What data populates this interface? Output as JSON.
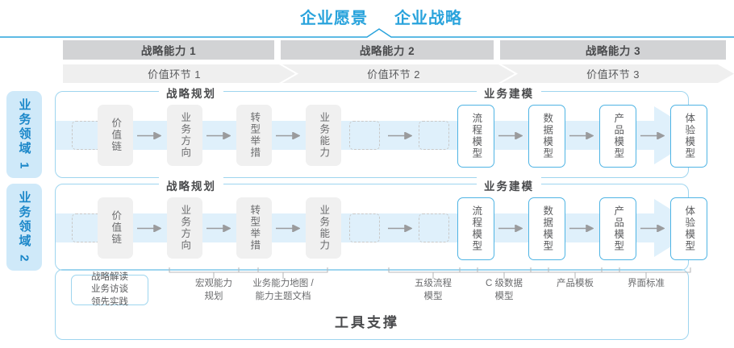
{
  "header": {
    "vision_title": "企业愿景",
    "strategy_title": "企业战略"
  },
  "capability_bars": [
    {
      "label": "战略能力 1"
    },
    {
      "label": "战略能力 2"
    },
    {
      "label": "战略能力 3"
    }
  ],
  "value_chain_bars": [
    {
      "label": "价值环节 1"
    },
    {
      "label": "价值环节 2"
    },
    {
      "label": "价值环节 3"
    }
  ],
  "domains": [
    {
      "label": "业务领域 1"
    },
    {
      "label": "业务领域 2"
    }
  ],
  "sections": {
    "left_title": "战略规划",
    "right_title": "业务建模"
  },
  "nodes": {
    "planning": [
      "价值链",
      "业务方向",
      "转型举措",
      "业务能力"
    ],
    "modeling": [
      "流程模型",
      "数据模型",
      "产品模型",
      "体验模型"
    ]
  },
  "bottom_labels": [
    {
      "line1": "宏观能力",
      "line2": "规划"
    },
    {
      "line1": "业务能力地图 /",
      "line2": "能力主题文档"
    },
    {
      "line1": "五级流程",
      "line2": "模型"
    },
    {
      "line1": "C 级数据",
      "line2": "模型"
    },
    {
      "line1": "产品模板",
      "line2": ""
    },
    {
      "line1": "界面标准",
      "line2": ""
    }
  ],
  "tool_note": {
    "line1": "战略解读",
    "line2": "业务访谈",
    "line3": "领先实践"
  },
  "footer": {
    "tool_support": "工具支撑"
  },
  "colors": {
    "accent_blue": "#29a3dc",
    "node_border_blue": "#4fb4e4",
    "band_blue": "#eaf6fd",
    "domain_bg": "#cfe9f9",
    "cap_bar_gray": "#d2d3d5",
    "chain_bar_gray": "#efefef",
    "node_gray": "#f0f0f0",
    "text_gray": "#58595b"
  }
}
